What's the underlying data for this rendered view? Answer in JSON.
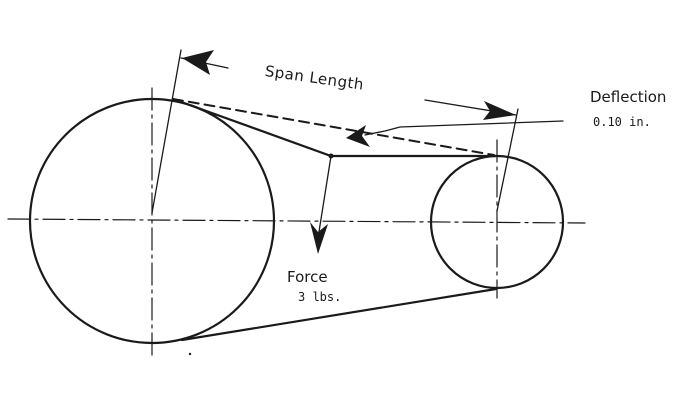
{
  "labels": {
    "span_length": "Span Length",
    "deflection": "Deflection",
    "deflection_value": "0.10 in.",
    "force": "Force",
    "force_value": "3 lbs."
  },
  "colors": {
    "ink": "#1a1a1a",
    "background": "#ffffff"
  }
}
